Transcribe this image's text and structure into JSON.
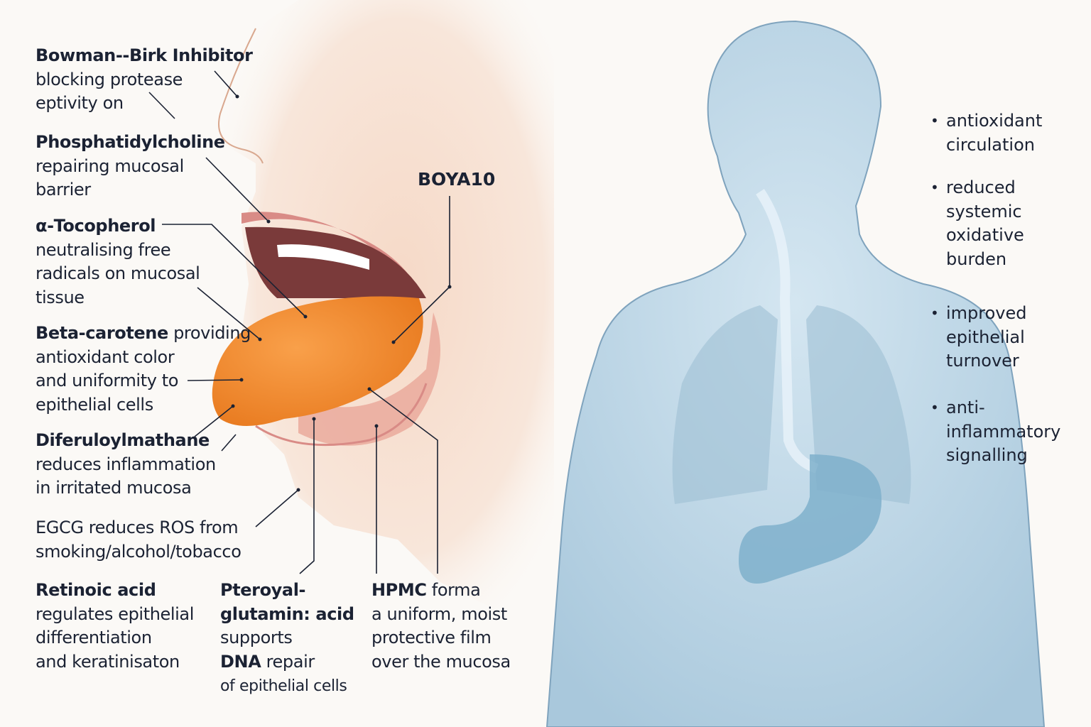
{
  "callout_product": "BOYA10",
  "left_labels": [
    {
      "id": "bowman-birk-inhibitor",
      "lines": [
        [
          {
            "b": "Bowman--Birk Inhibitor"
          }
        ],
        [
          {
            "t": "blocking protease"
          }
        ],
        [
          {
            "t": "eptivity on"
          }
        ]
      ]
    },
    {
      "id": "phosphatidylcholine",
      "lines": [
        [
          {
            "b": "Phosphatidylcholine"
          }
        ],
        [
          {
            "t": "repairing mucosal"
          }
        ],
        [
          {
            "t": "barrier"
          }
        ]
      ]
    },
    {
      "id": "alpha-tocopherol",
      "lines": [
        [
          {
            "b": "α-Tocopherol"
          }
        ],
        [
          {
            "t": "neutralising free"
          }
        ],
        [
          {
            "t": "radicals on mucosal"
          }
        ],
        [
          {
            "t": "tissue"
          }
        ]
      ]
    },
    {
      "id": "beta-carotene",
      "lines": [
        [
          {
            "b": "Beta-carotene"
          },
          {
            "t": " providing"
          }
        ],
        [
          {
            "t": "antioxidant color"
          }
        ],
        [
          {
            "t": "and uniformity to"
          }
        ],
        [
          {
            "t": "epithelial cells"
          }
        ]
      ]
    },
    {
      "id": "diferuloylmathane",
      "lines": [
        [
          {
            "b": "Diferuloylmathane"
          }
        ],
        [
          {
            "t": "reduces inflammation"
          }
        ],
        [
          {
            "t": "in irritated mucosa"
          }
        ]
      ]
    },
    {
      "id": "egcg",
      "lines": [
        [
          {
            "t": "EGCG reduces ROS from"
          }
        ],
        [
          {
            "t": "smoking/alcohol/tobacco"
          }
        ]
      ]
    },
    {
      "id": "retinoic-acid",
      "lines": [
        [
          {
            "b": "Retinoic acid"
          }
        ],
        [
          {
            "t": "regulates epithelial"
          }
        ],
        [
          {
            "t": "differentiation"
          }
        ],
        [
          {
            "t": "and keratinisaton"
          }
        ]
      ]
    },
    {
      "id": "pteroyal-glutamic-acid",
      "lines": [
        [
          {
            "b": "Pteroyal-"
          }
        ],
        [
          {
            "b": "glutamin: acid"
          }
        ],
        [
          {
            "t": "supports"
          }
        ],
        [
          {
            "b": "DNA"
          },
          {
            "t": " repair"
          }
        ],
        [
          {
            "s": "of epithelial cells"
          }
        ]
      ]
    },
    {
      "id": "hpmc",
      "lines": [
        [
          {
            "b": "HPMC"
          },
          {
            "t": " forma"
          }
        ],
        [
          {
            "t": "a uniform, moist"
          }
        ],
        [
          {
            "t": "protective film"
          }
        ],
        [
          {
            "t": "over the mucosa"
          }
        ]
      ]
    }
  ],
  "systemic_benefits": [
    {
      "lines": [
        [
          {
            "b": "antioxidant"
          }
        ],
        [
          {
            "t": "circulation"
          }
        ]
      ]
    },
    {
      "lines": [
        [
          {
            "t": "reduced"
          }
        ],
        [
          {
            "t": "systemic"
          }
        ],
        [
          {
            "t": "oxidative"
          }
        ],
        [
          {
            "t": "burden"
          }
        ]
      ]
    },
    {
      "lines": [
        [
          {
            "b": "improved"
          }
        ],
        [
          {
            "t": "epithelial"
          }
        ],
        [
          {
            "t": "turnover"
          }
        ]
      ]
    },
    {
      "lines": [
        [
          {
            "t": "anti-"
          }
        ],
        [
          {
            "t": "inflammatory"
          }
        ],
        [
          {
            "t": "signalling"
          }
        ]
      ]
    }
  ],
  "bullet_symbol": "•",
  "colors": {
    "skin": "#f2cdb8",
    "lip": "#d98b86",
    "tongue": "#f08a2c",
    "body": "#bcd6e6",
    "body_outline": "#7fa3bd",
    "text": "#1b2233"
  }
}
